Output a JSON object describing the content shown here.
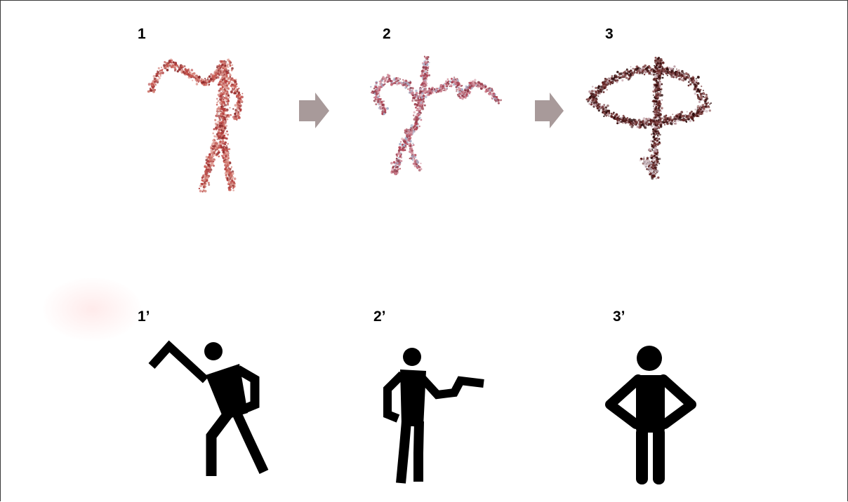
{
  "panels": {
    "top": [
      {
        "label": "1",
        "color": "#b84848"
      },
      {
        "label": "2",
        "color": "#b54b5a"
      },
      {
        "label": "3",
        "color": "#4a1818"
      }
    ],
    "bottom": [
      {
        "label": "1’"
      },
      {
        "label": "2’"
      },
      {
        "label": "3’"
      }
    ]
  },
  "arrow_color": "#a89a9a",
  "figure_color": "#000000"
}
